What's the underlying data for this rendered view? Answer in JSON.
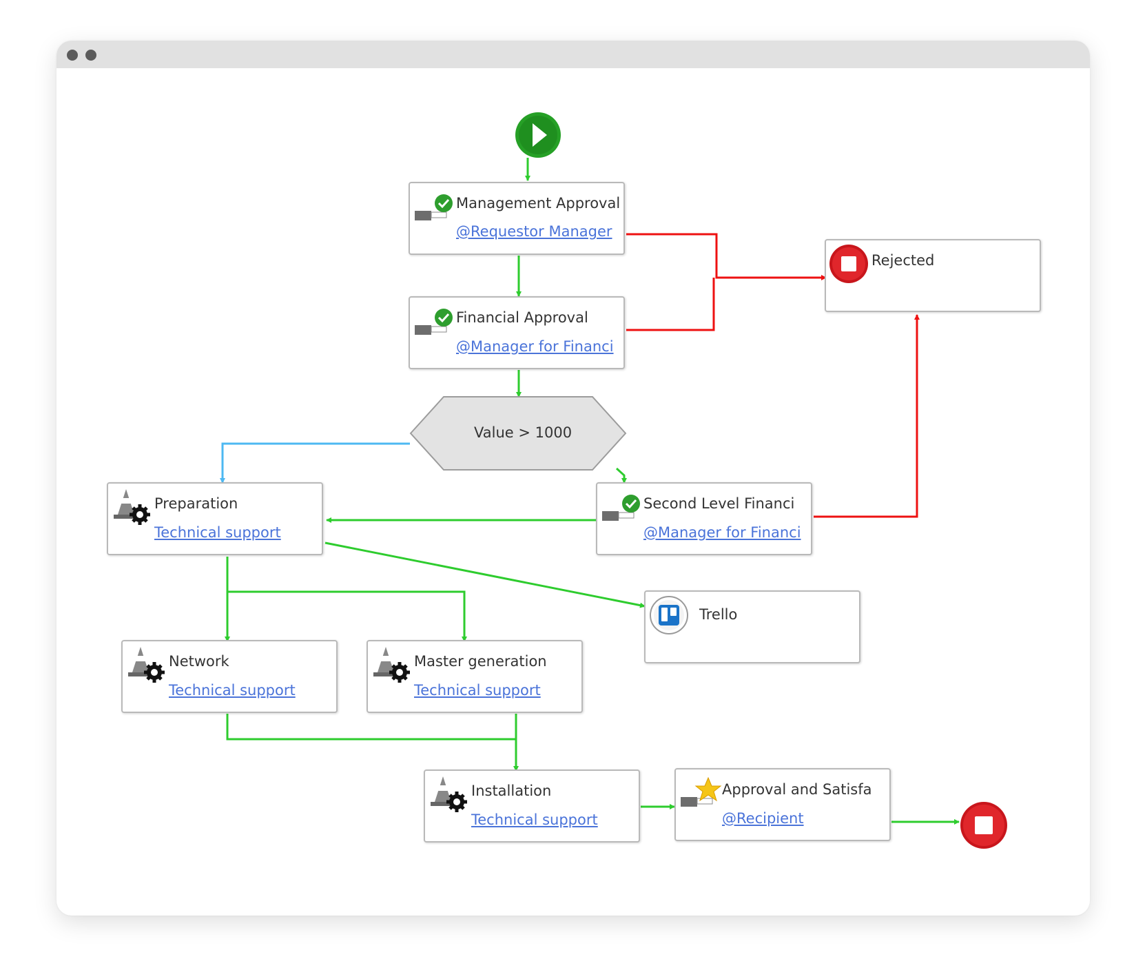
{
  "window": {
    "controls": [
      "window-dot",
      "window-dot"
    ]
  },
  "colors": {
    "approved_flow": "#2ecc2e",
    "rejected_flow": "#ee1111",
    "conditional_flow": "#4db8f2",
    "link": "#4a73d9",
    "condition_fill": "#e3e3e3"
  },
  "workflow": {
    "start": {
      "icon": "play-icon"
    },
    "end": {
      "icon": "stop-icon"
    },
    "condition": {
      "label": "Value > 1000"
    },
    "nodes": {
      "management_approval": {
        "title": "Management Approval",
        "assignee": "@Requestor Manager",
        "icon": "approval-check-icon"
      },
      "financial_approval": {
        "title": "Financial Approval",
        "assignee": "@Manager for Financi",
        "icon": "approval-check-icon"
      },
      "rejected": {
        "title": "Rejected",
        "icon": "stop-icon"
      },
      "preparation": {
        "title": "Preparation",
        "assignee": "Technical support",
        "icon": "cone-gear-icon"
      },
      "second_level": {
        "title": "Second Level Financi",
        "assignee": "@Manager for Financi",
        "icon": "approval-check-icon"
      },
      "trello": {
        "title": "Trello",
        "icon": "trello-icon"
      },
      "network": {
        "title": "Network",
        "assignee": "Technical support",
        "icon": "cone-gear-icon"
      },
      "master_generation": {
        "title": "Master generation",
        "assignee": "Technical support",
        "icon": "cone-gear-icon"
      },
      "installation": {
        "title": "Installation",
        "assignee": "Technical support",
        "icon": "cone-gear-icon"
      },
      "approval_satisfaction": {
        "title": "Approval and Satisfa",
        "assignee": "@Recipient",
        "icon": "star-approval-icon"
      }
    }
  }
}
